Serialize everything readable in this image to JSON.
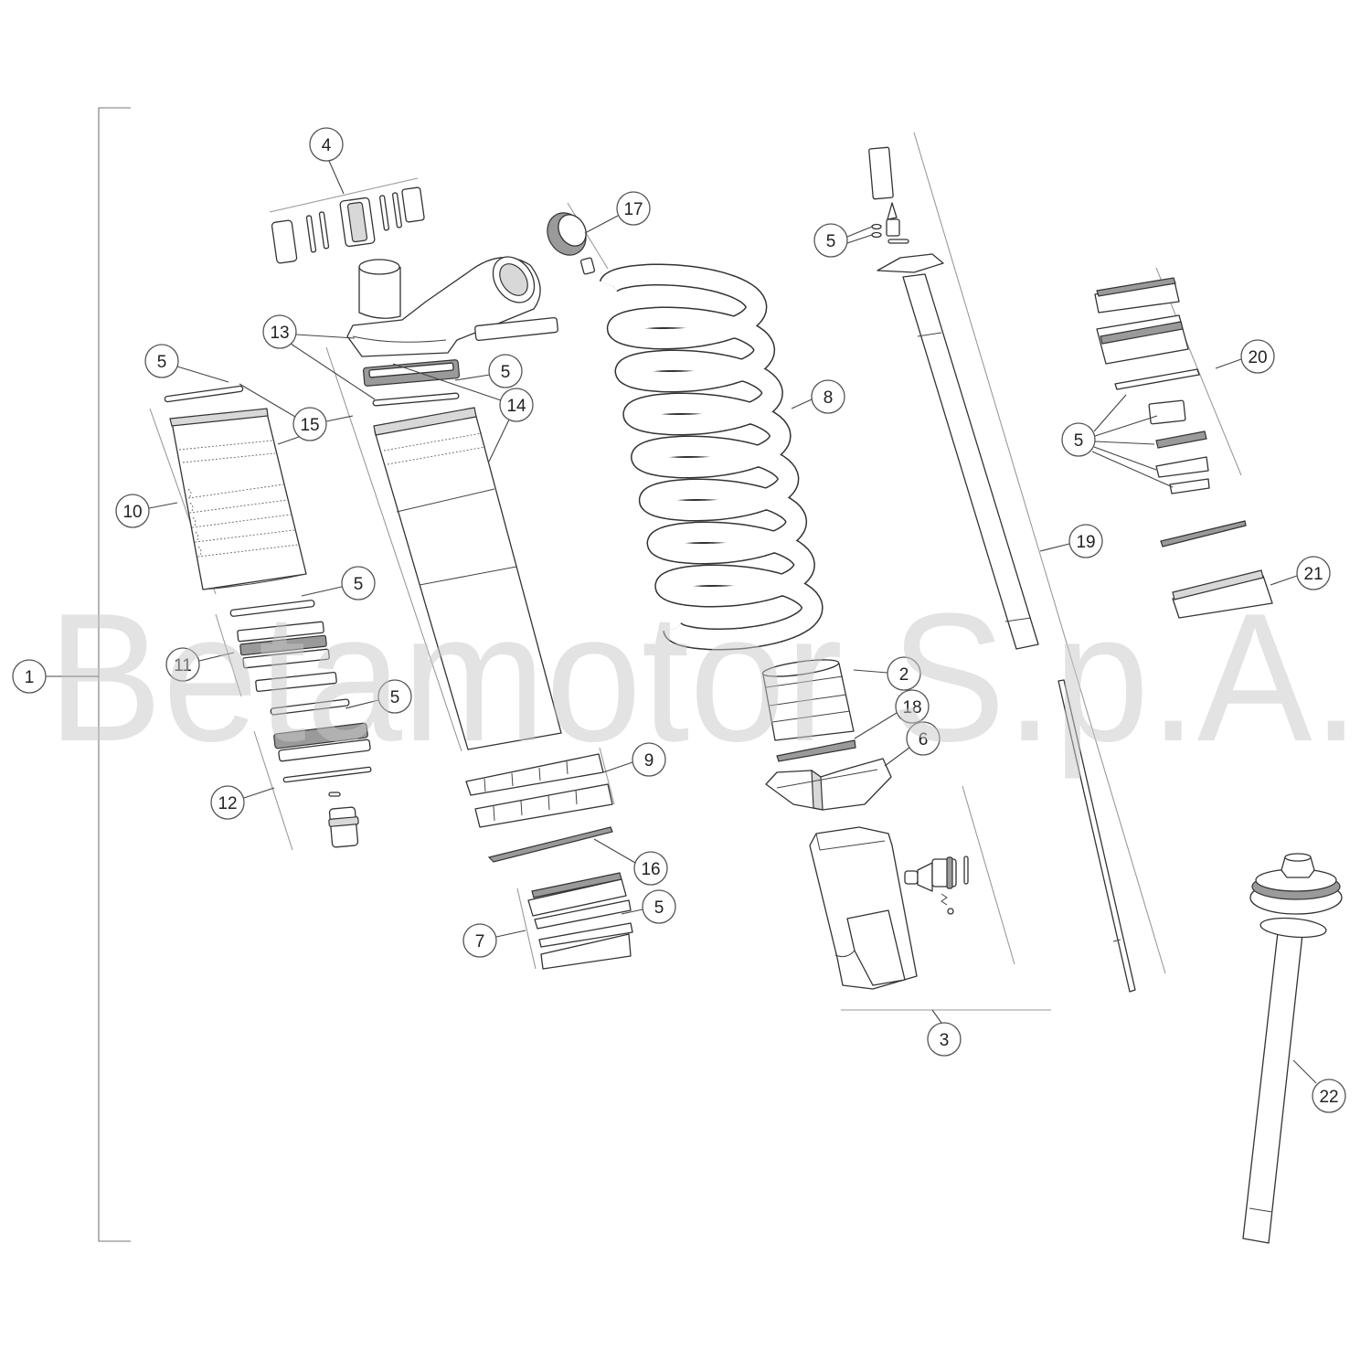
{
  "watermark": "Betamotor S.p.A.",
  "callouts": [
    "1",
    "4",
    "17",
    "5",
    "13",
    "5",
    "5",
    "14",
    "15",
    "8",
    "20",
    "5",
    "10",
    "19",
    "21",
    "5",
    "11",
    "2",
    "5",
    "18",
    "6",
    "9",
    "12",
    "16",
    "5",
    "7",
    "3",
    "22"
  ]
}
